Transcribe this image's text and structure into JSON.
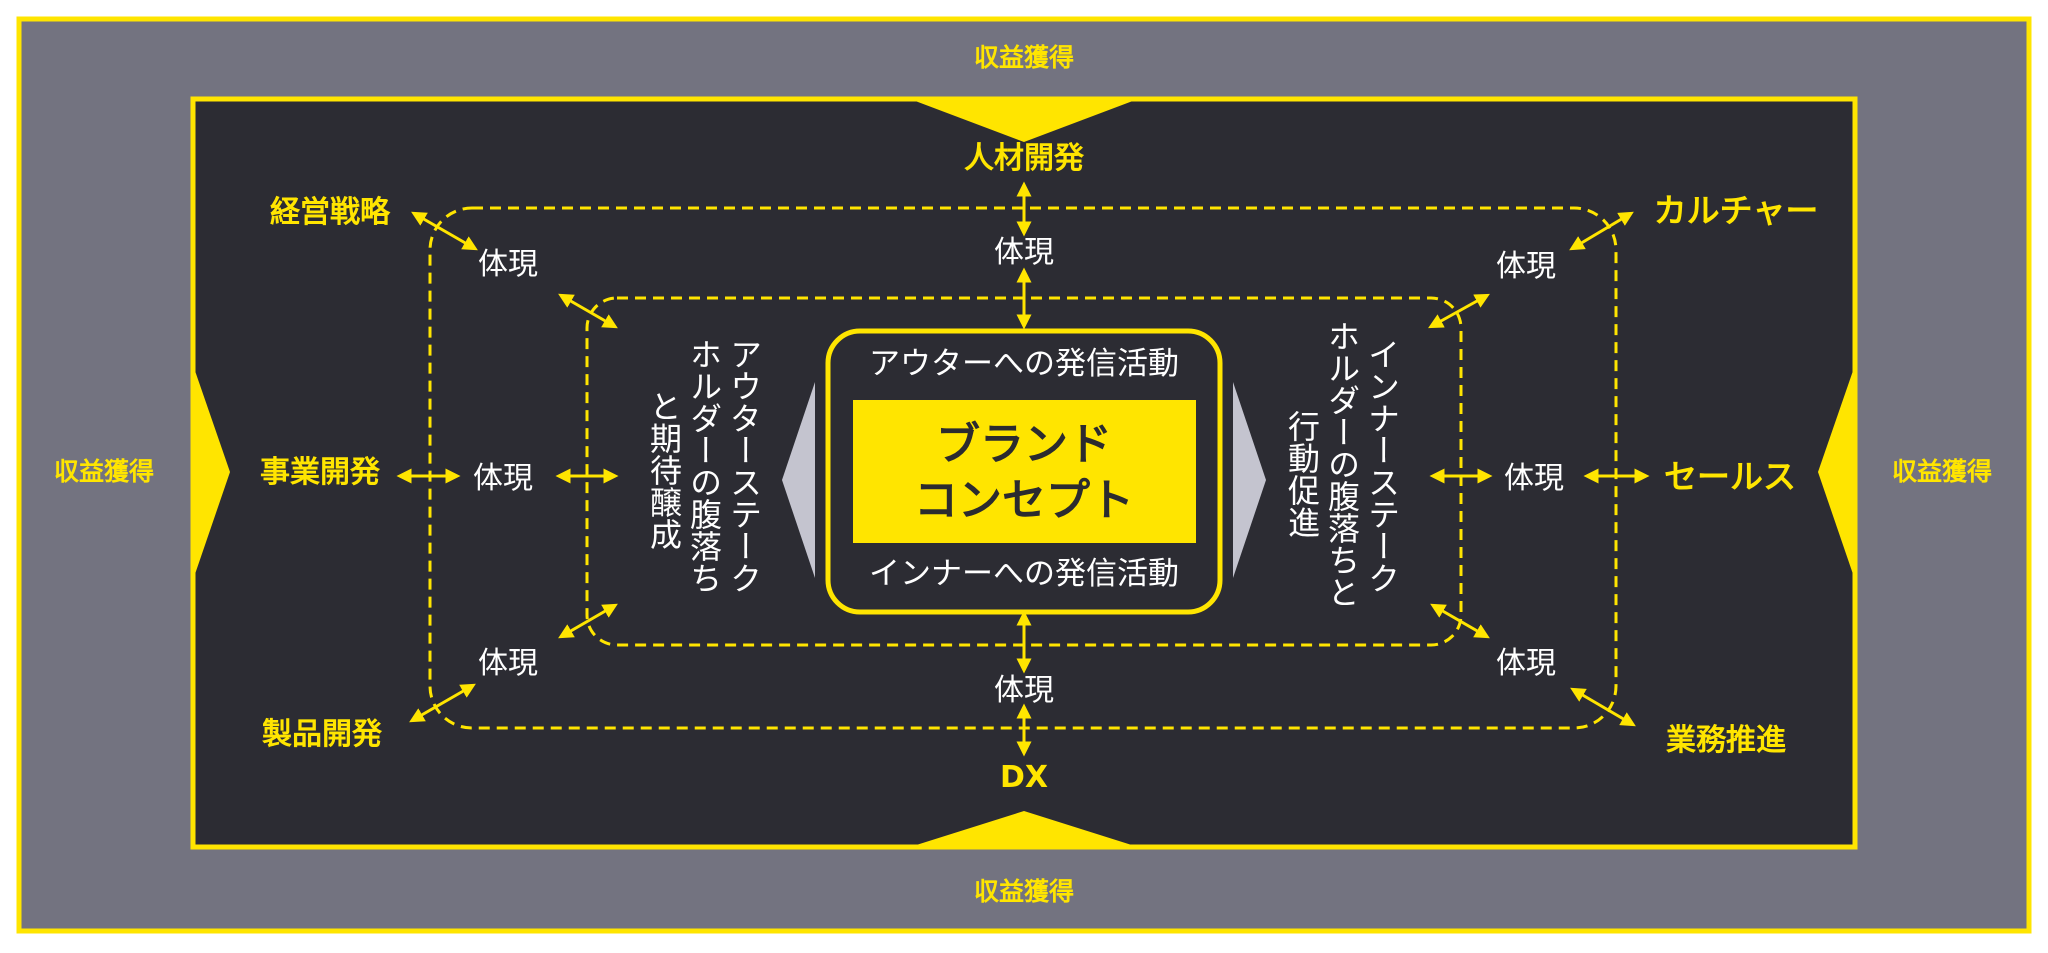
{
  "outer_labels": {
    "top": "収益獲得",
    "bottom": "収益獲得",
    "left": "収益獲得",
    "right": "収益獲得"
  },
  "domains": {
    "top": "人材開発",
    "bottom": "DX",
    "left": "事業開発",
    "right": "セールス",
    "top_left": "経営戦略",
    "top_right": "カルチャー",
    "bottom_left": "製品開発",
    "bottom_right": "業務推進"
  },
  "embody_label": "体現",
  "outer_stakeholder": {
    "line1": "アウターステーク",
    "line2": "ホルダーの腹落ち",
    "line3": "と期待醸成"
  },
  "inner_stakeholder": {
    "line1": "インナーステーク",
    "line2": "ホルダーの腹落ちと",
    "line3": "行動促進"
  },
  "core": {
    "outer_activity": "アウターへの発信活動",
    "inner_activity": "インナーへの発信活動",
    "concept_line1": "ブランド",
    "concept_line2": "コンセプト"
  },
  "colors": {
    "accent": "#FFE500",
    "outer_bg": "#737380",
    "inner_bg": "#2c2c33",
    "wedge": "#c4c4cf"
  }
}
